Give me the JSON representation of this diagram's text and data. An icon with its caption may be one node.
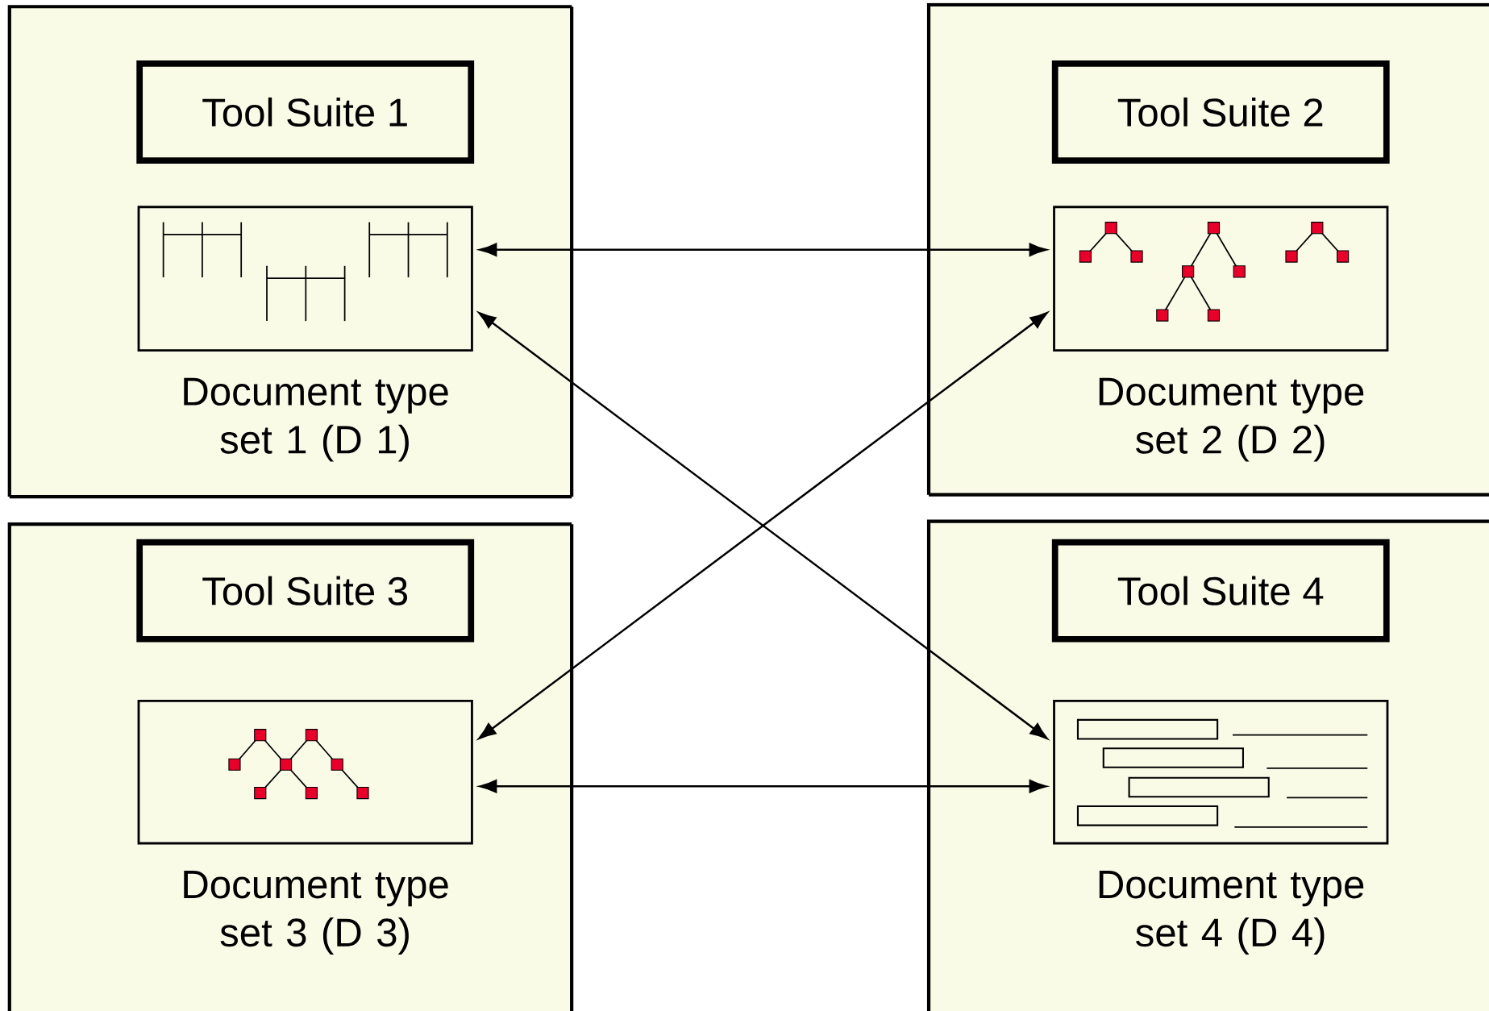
{
  "diagram": {
    "nodes": [
      {
        "text": [
          "Document type set 1 (D 1)"
        ]
      },
      {
        "text": [
          "Tool Suite 1"
        ],
        "in": 0
      },
      {
        "text": [],
        "shape": "picture",
        "in": 0
      },
      {
        "text": [
          "Document type set 2 (D 2)"
        ]
      },
      {
        "text": [
          "Tool Suite 2"
        ],
        "in": 3
      },
      {
        "text": [],
        "shape": "picture",
        "in": 3
      },
      {
        "text": [
          "Document type set 3 (D 3)"
        ]
      },
      {
        "text": [
          "Tool Suite 3"
        ],
        "in": 6
      },
      {
        "text": [],
        "shape": "picture",
        "in": 6
      },
      {
        "text": [
          "Document type set 4 (D 4)"
        ]
      },
      {
        "text": [
          "Tool Suite 4"
        ],
        "in": 9
      },
      {
        "text": [],
        "shape": "picture",
        "in": 9
      }
    ],
    "edges": [
      {
        "from": 2,
        "to": 5,
        "arrow": "both"
      },
      {
        "from": 2,
        "to": 11,
        "arrow": "both"
      },
      {
        "from": 5,
        "to": 8,
        "arrow": "both"
      },
      {
        "from": 8,
        "to": 11,
        "arrow": "both"
      }
    ]
  }
}
